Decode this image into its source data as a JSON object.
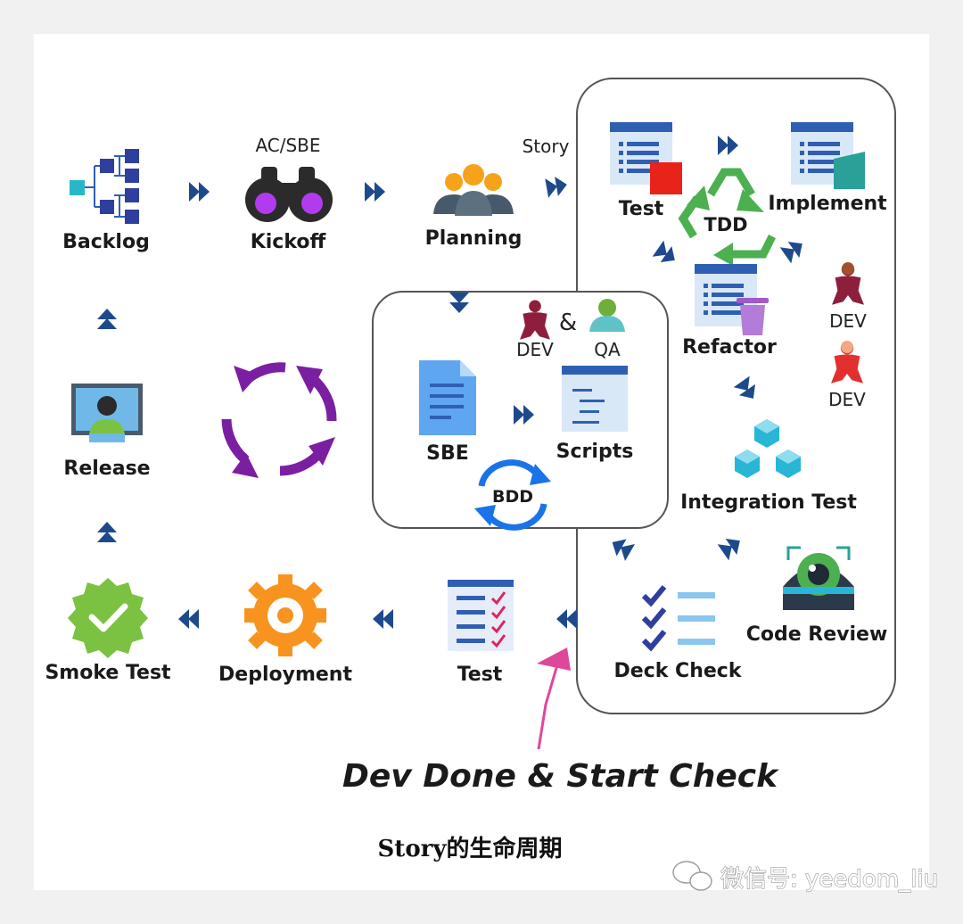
{
  "nodes": {
    "backlog": "Backlog",
    "kickoff": "Kickoff",
    "kickoff_tag": "AC/SBE",
    "planning": "Planning",
    "story_tag": "Story",
    "release": "Release",
    "smoke_test": "Smoke Test",
    "deployment": "Deployment",
    "test": "Test"
  },
  "bdd_box": {
    "dev": "DEV",
    "and": "&",
    "qa": "QA",
    "sbe": "SBE",
    "scripts": "Scripts",
    "bdd": "BDD"
  },
  "dev_box": {
    "test": "Test",
    "implement": "Implement",
    "tdd": "TDD",
    "refactor": "Refactor",
    "dev1": "DEV",
    "dev2": "DEV",
    "integration_test": "Integration Test",
    "code_review": "Code Review",
    "deck_check": "Deck Check"
  },
  "annotation": "Dev Done & Start Check",
  "caption": "Story的生命周期",
  "watermark": "微信号: yeedom_liu",
  "colors": {
    "arrow": "#1e4a8c",
    "purple": "#7b1fa2",
    "green": "#4caf50",
    "orange": "#f7931e",
    "pink": "#e0479b",
    "doc_blue": "#2f5fb3"
  }
}
